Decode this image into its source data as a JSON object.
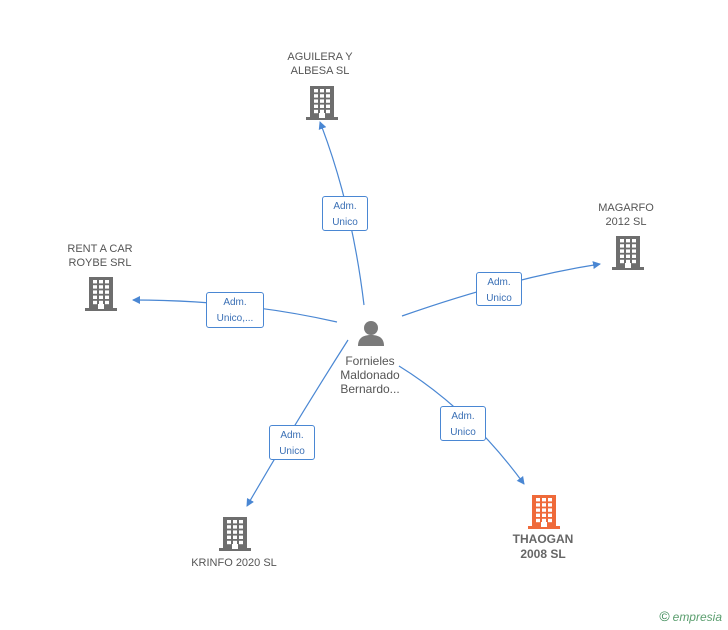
{
  "center": {
    "label_lines": [
      "Fornieles",
      "Maldonado",
      "Bernardo..."
    ]
  },
  "companies": [
    {
      "id": "aguilera",
      "label_lines": [
        "AGUILERA Y",
        "ALBESA SL"
      ],
      "color": "#6e6e6e",
      "focus": false
    },
    {
      "id": "magarfo",
      "label_lines": [
        "MAGARFO",
        "2012 SL"
      ],
      "color": "#6e6e6e",
      "focus": false
    },
    {
      "id": "rentacar",
      "label_lines": [
        "RENT A CAR",
        "ROYBE SRL"
      ],
      "color": "#6e6e6e",
      "focus": false
    },
    {
      "id": "krinfo",
      "label_lines": [
        "KRINFO 2020 SL"
      ],
      "color": "#6e6e6e",
      "focus": false
    },
    {
      "id": "thaogan",
      "label_lines": [
        "THAOGAN",
        "2008 SL"
      ],
      "color": "#ef6a3a",
      "focus": true
    }
  ],
  "relations": [
    {
      "target": "aguilera",
      "label_lines": [
        "Adm.",
        "Unico"
      ]
    },
    {
      "target": "magarfo",
      "label_lines": [
        "Adm.",
        "Unico"
      ]
    },
    {
      "target": "rentacar",
      "label_lines": [
        "Adm.",
        "Unico,..."
      ]
    },
    {
      "target": "krinfo",
      "label_lines": [
        "Adm.",
        "Unico"
      ]
    },
    {
      "target": "thaogan",
      "label_lines": [
        "Adm.",
        "Unico"
      ]
    }
  ],
  "colors": {
    "edge": "#4a87d3",
    "person": "#7a7a7a",
    "building": "#6e6e6e",
    "focus": "#ef6a3a"
  },
  "footer": {
    "copyright_symbol": "©",
    "brand": "empresia"
  }
}
